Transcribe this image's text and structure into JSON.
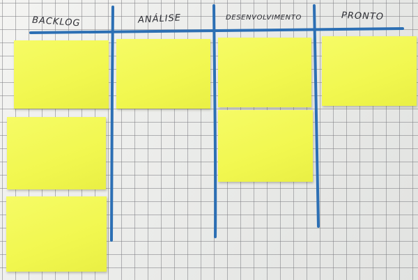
{
  "board": {
    "columns": [
      {
        "key": "backlog",
        "title": "Backlog"
      },
      {
        "key": "analise",
        "title": "Análise"
      },
      {
        "key": "desenvolvimento",
        "title": "Desenvolvimento"
      },
      {
        "key": "pronto",
        "title": "Pronto"
      }
    ],
    "colors": {
      "marker": "#2c6fb4",
      "sticky_note": "#f2f850",
      "paper": "#ecedeb",
      "grid": "#8a8b90"
    }
  }
}
